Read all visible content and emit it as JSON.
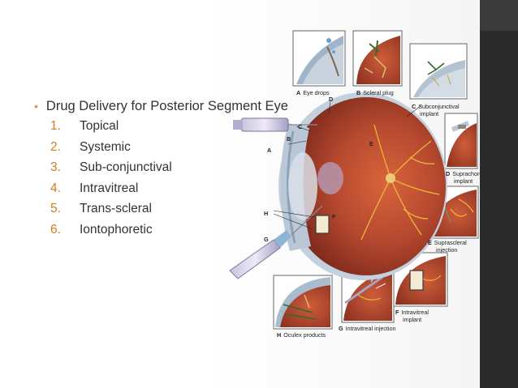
{
  "slide": {
    "heading": "Drug Delivery for Posterior Segment Eye",
    "list": [
      {
        "num": "1.",
        "label": "Topical"
      },
      {
        "num": "2.",
        "label": "Systemic"
      },
      {
        "num": "3.",
        "label": "Sub-conjunctival"
      },
      {
        "num": "4.",
        "label": "Intravitreal"
      },
      {
        "num": "5.",
        "label": "Trans-scleral"
      },
      {
        "num": "6.",
        "label": "Iontophoretic"
      }
    ]
  },
  "figure": {
    "labels": {
      "a": "A",
      "a_text": "Eye drops",
      "b": "B",
      "b_text": "Scleral plug",
      "c": "C",
      "c_text": "Subconjunctival",
      "c_text2": "implant",
      "d": "D",
      "d_text": "Suprachoroidal",
      "d_text2": "implant",
      "e": "E",
      "e_text": "Suprascleral",
      "e_text2": "injection",
      "f": "F",
      "f_text": "Intravitreal",
      "f_text2": "implant",
      "g": "G",
      "g_text": "Intravitreal injection",
      "h": "H",
      "h_text": "Oculex products",
      "main_a": "A",
      "main_b": "B",
      "main_c": "C",
      "main_d": "D",
      "main_e": "E",
      "main_f": "F",
      "main_g": "G",
      "main_h": "H"
    }
  },
  "colors": {
    "bullet": "#e29b2e",
    "number": "#d47a1a",
    "text": "#333333",
    "eye_interior": "#b5482f",
    "retina_vessels": "#e7b23a"
  }
}
